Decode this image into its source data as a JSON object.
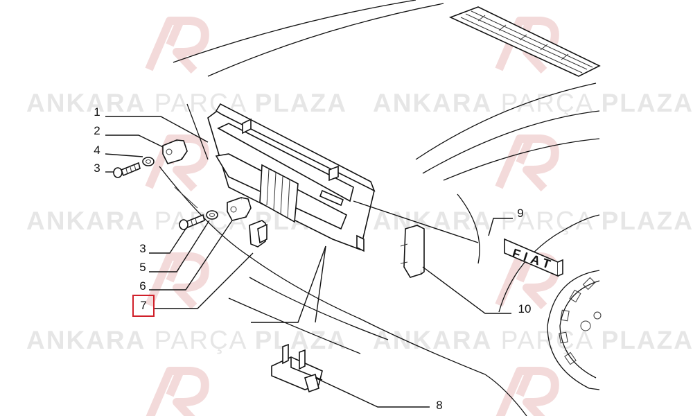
{
  "watermark": {
    "brand_bold_1": "ANKARA",
    "brand_light": "PARÇA",
    "brand_bold_2": "PLAZA",
    "color": "#e6e6e6",
    "logo_color": "#f3dada"
  },
  "diagram": {
    "highlight_color": "#d0202a",
    "callouts": [
      {
        "id": "1",
        "label": "1",
        "highlighted": false
      },
      {
        "id": "2",
        "label": "2",
        "highlighted": false
      },
      {
        "id": "4",
        "label": "4",
        "highlighted": false
      },
      {
        "id": "3a",
        "label": "3",
        "highlighted": false
      },
      {
        "id": "3b",
        "label": "3",
        "highlighted": false
      },
      {
        "id": "5",
        "label": "5",
        "highlighted": false
      },
      {
        "id": "6",
        "label": "6",
        "highlighted": false
      },
      {
        "id": "7",
        "label": "7",
        "highlighted": true
      },
      {
        "id": "9",
        "label": "9",
        "highlighted": false
      },
      {
        "id": "10",
        "label": "10",
        "highlighted": false
      },
      {
        "id": "8",
        "label": "8",
        "highlighted": false
      }
    ],
    "badge_text": "FIAT"
  }
}
